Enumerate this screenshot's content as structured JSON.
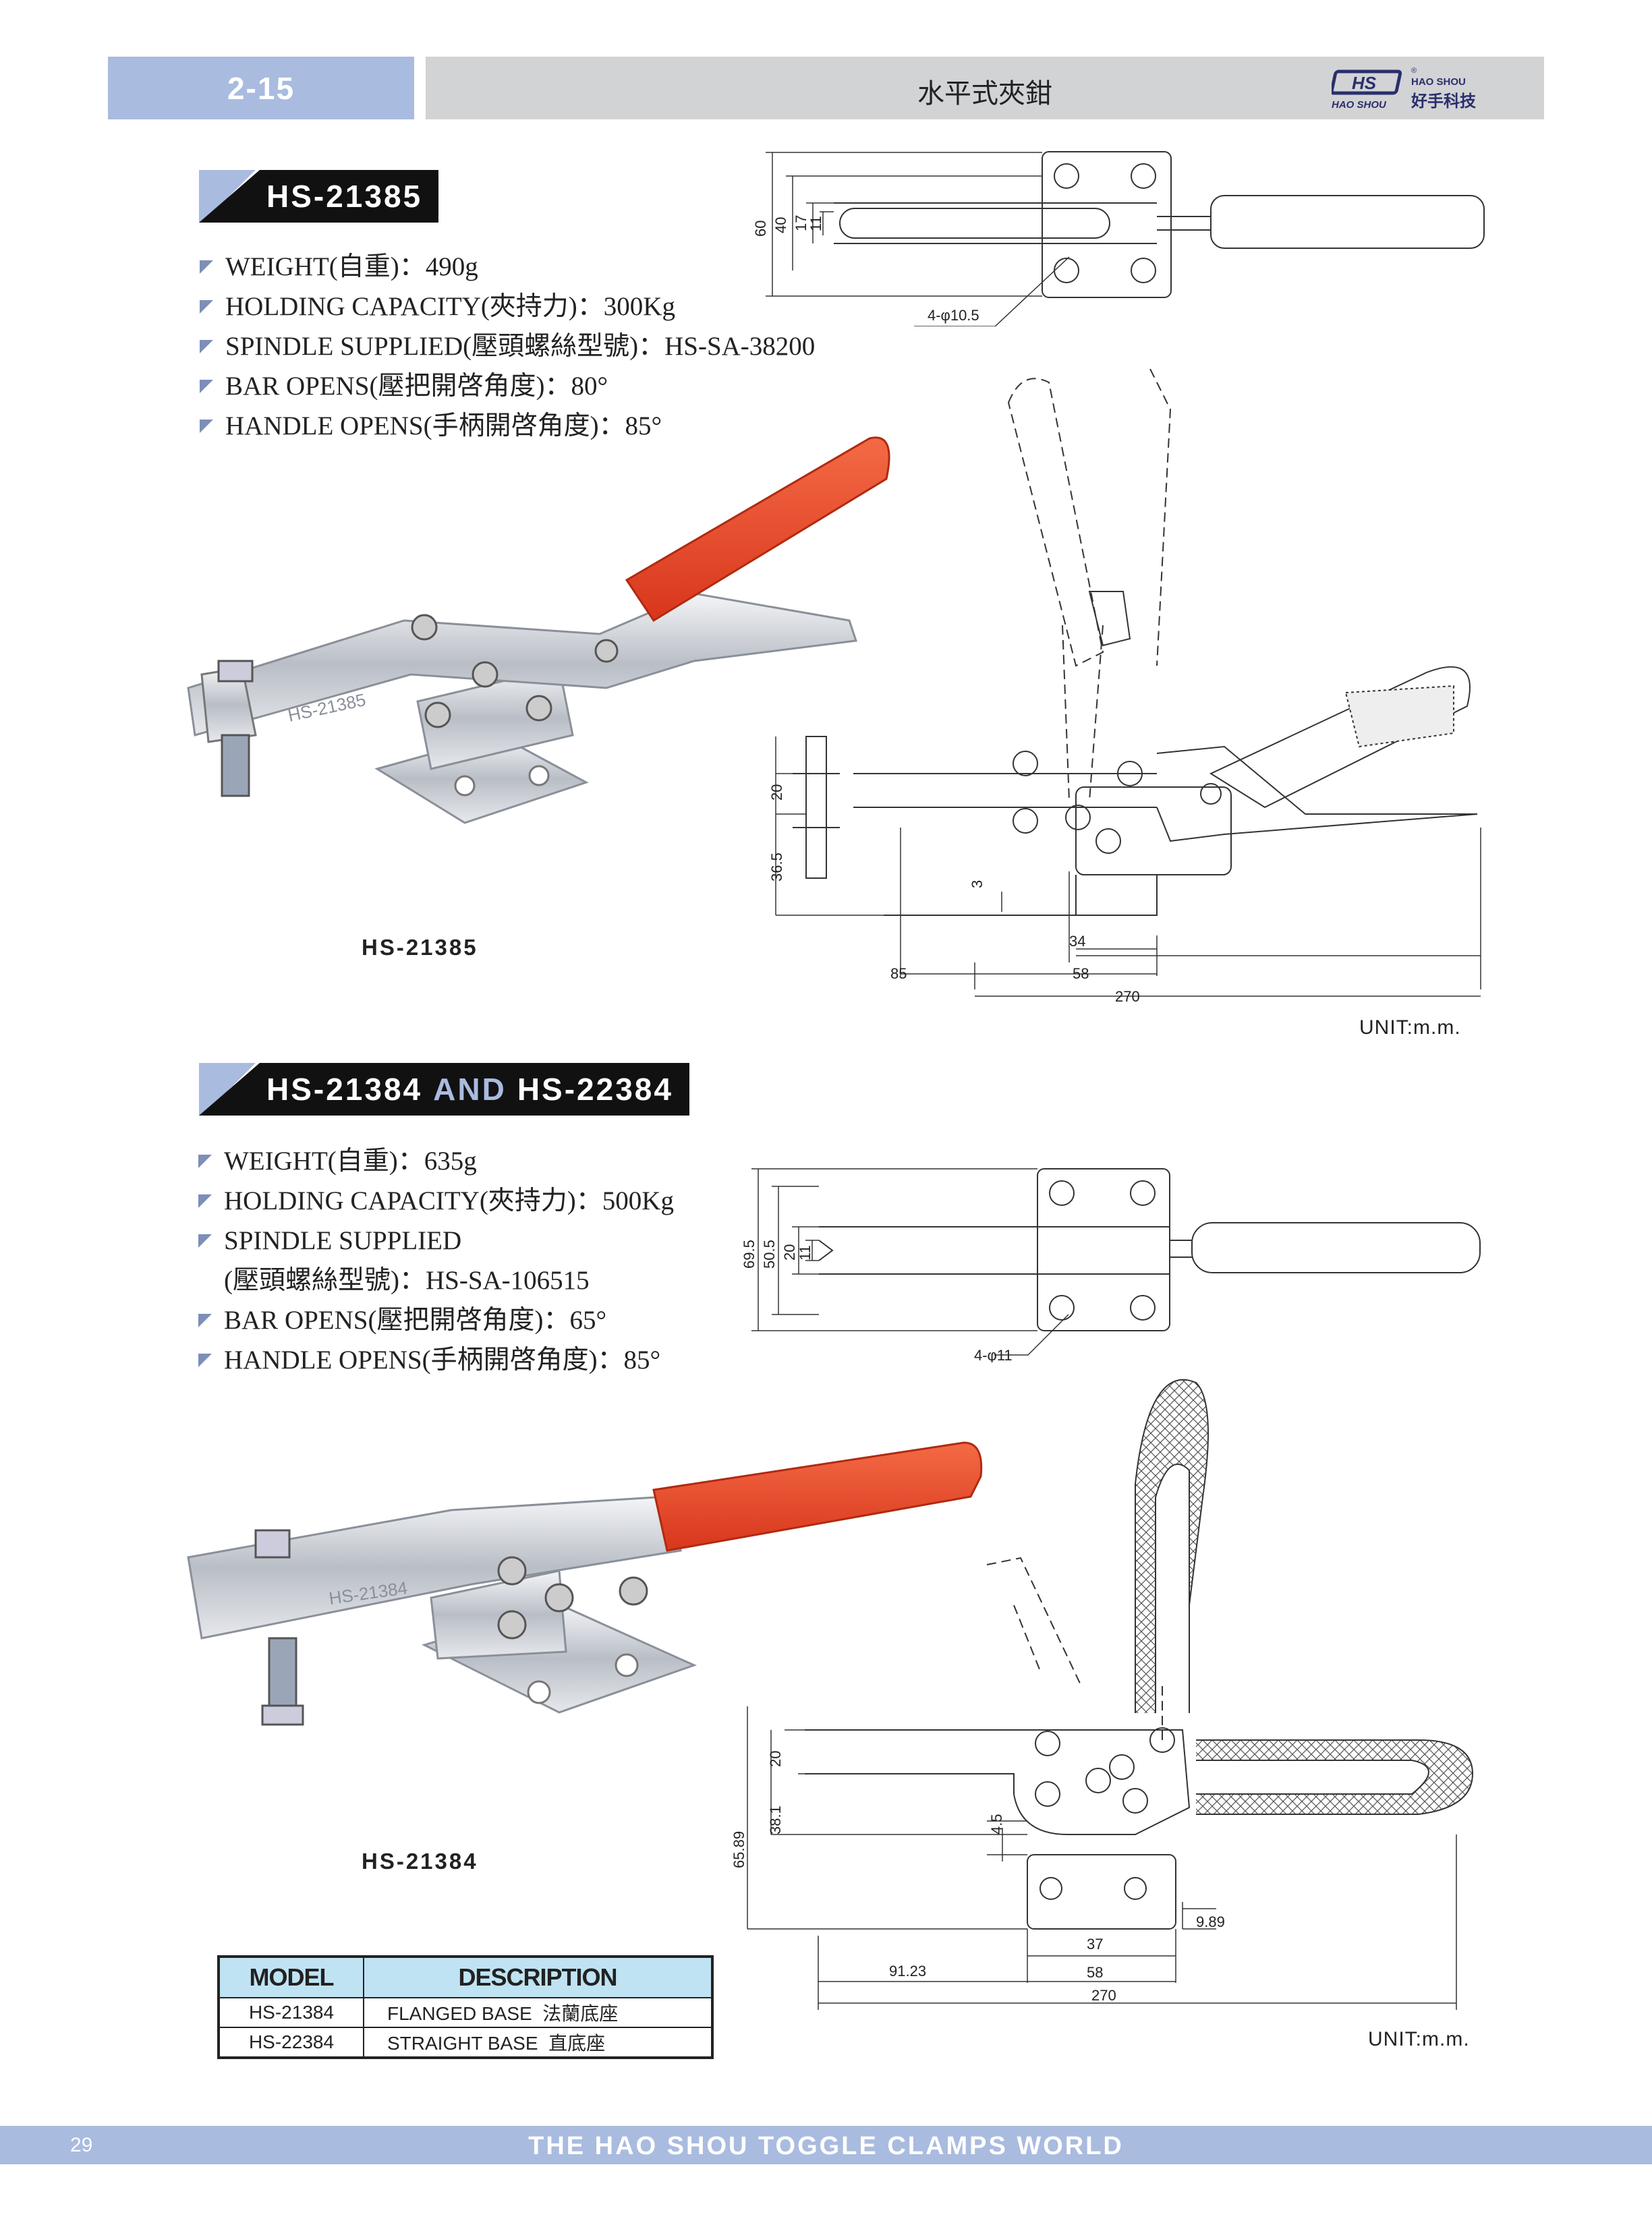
{
  "header": {
    "page_code": "2-15",
    "title": "水平式夾鉗",
    "logo_text": "HS",
    "logo_brand": "HAO SHOU",
    "logo_brand2": "HAO SHOU",
    "logo_cn": "好手科技"
  },
  "products": [
    {
      "title": "HS-21385",
      "specs": [
        "WEIGHT(自重)：490g",
        "HOLDING CAPACITY(夾持力)：300Kg",
        "SPINDLE SUPPLIED(壓頭螺絲型號)：HS-SA-38200",
        "BAR OPENS(壓把開啓角度)：80°",
        "HANDLE OPENS(手柄開啓角度)：85°"
      ],
      "photo_label": "HS-21385",
      "photo_marking": "HS-21385",
      "top_dims": {
        "d60": "60",
        "d40": "40",
        "d17": "17",
        "d11": "11",
        "holes": "4-φ10.5"
      },
      "side_dims": {
        "d20": "20",
        "d36_5": "36.5",
        "d3": "3",
        "d34": "34",
        "d85": "85",
        "d58": "58",
        "d270": "270"
      },
      "unit": "UNIT:m.m."
    },
    {
      "title_a": "HS-21384",
      "title_and": "AND",
      "title_b": "HS-22384",
      "specs": [
        "WEIGHT(自重)：635g",
        "HOLDING CAPACITY(夾持力)：500Kg",
        "SPINDLE SUPPLIED",
        "(壓頭螺絲型號)：HS-SA-106515",
        "BAR OPENS(壓把開啓角度)：65°",
        "HANDLE OPENS(手柄開啓角度)：85°"
      ],
      "photo_label": "HS-21384",
      "photo_marking": "HS-21384",
      "top_dims": {
        "d69_5": "69.5",
        "d50_5": "50.5",
        "d20": "20",
        "d11": "11",
        "holes": "4-φ11"
      },
      "side_dims": {
        "d20": "20",
        "d38_1": "38.1",
        "d65_89": "65.89",
        "d4_5": "4.5",
        "d9_89": "9.89",
        "d37": "37",
        "d91_23": "91.23",
        "d58": "58",
        "d270": "270"
      },
      "unit": "UNIT:m.m."
    }
  ],
  "model_table": {
    "headers": [
      "MODEL",
      "DESCRIPTION"
    ],
    "rows": [
      {
        "model": "HS-21384",
        "description": "FLANGED BASE  法蘭底座"
      },
      {
        "model": "HS-22384",
        "description": "STRAIGHT BASE  直底座"
      }
    ]
  },
  "footer": {
    "page_number": "29",
    "text": "THE HAO SHOU TOGGLE CLAMPS WORLD"
  },
  "colors": {
    "accent": "#a9bbdf",
    "header_gray": "#d2d3d5",
    "handle_red": "#e8472b",
    "table_header": "#bfe3f3"
  }
}
